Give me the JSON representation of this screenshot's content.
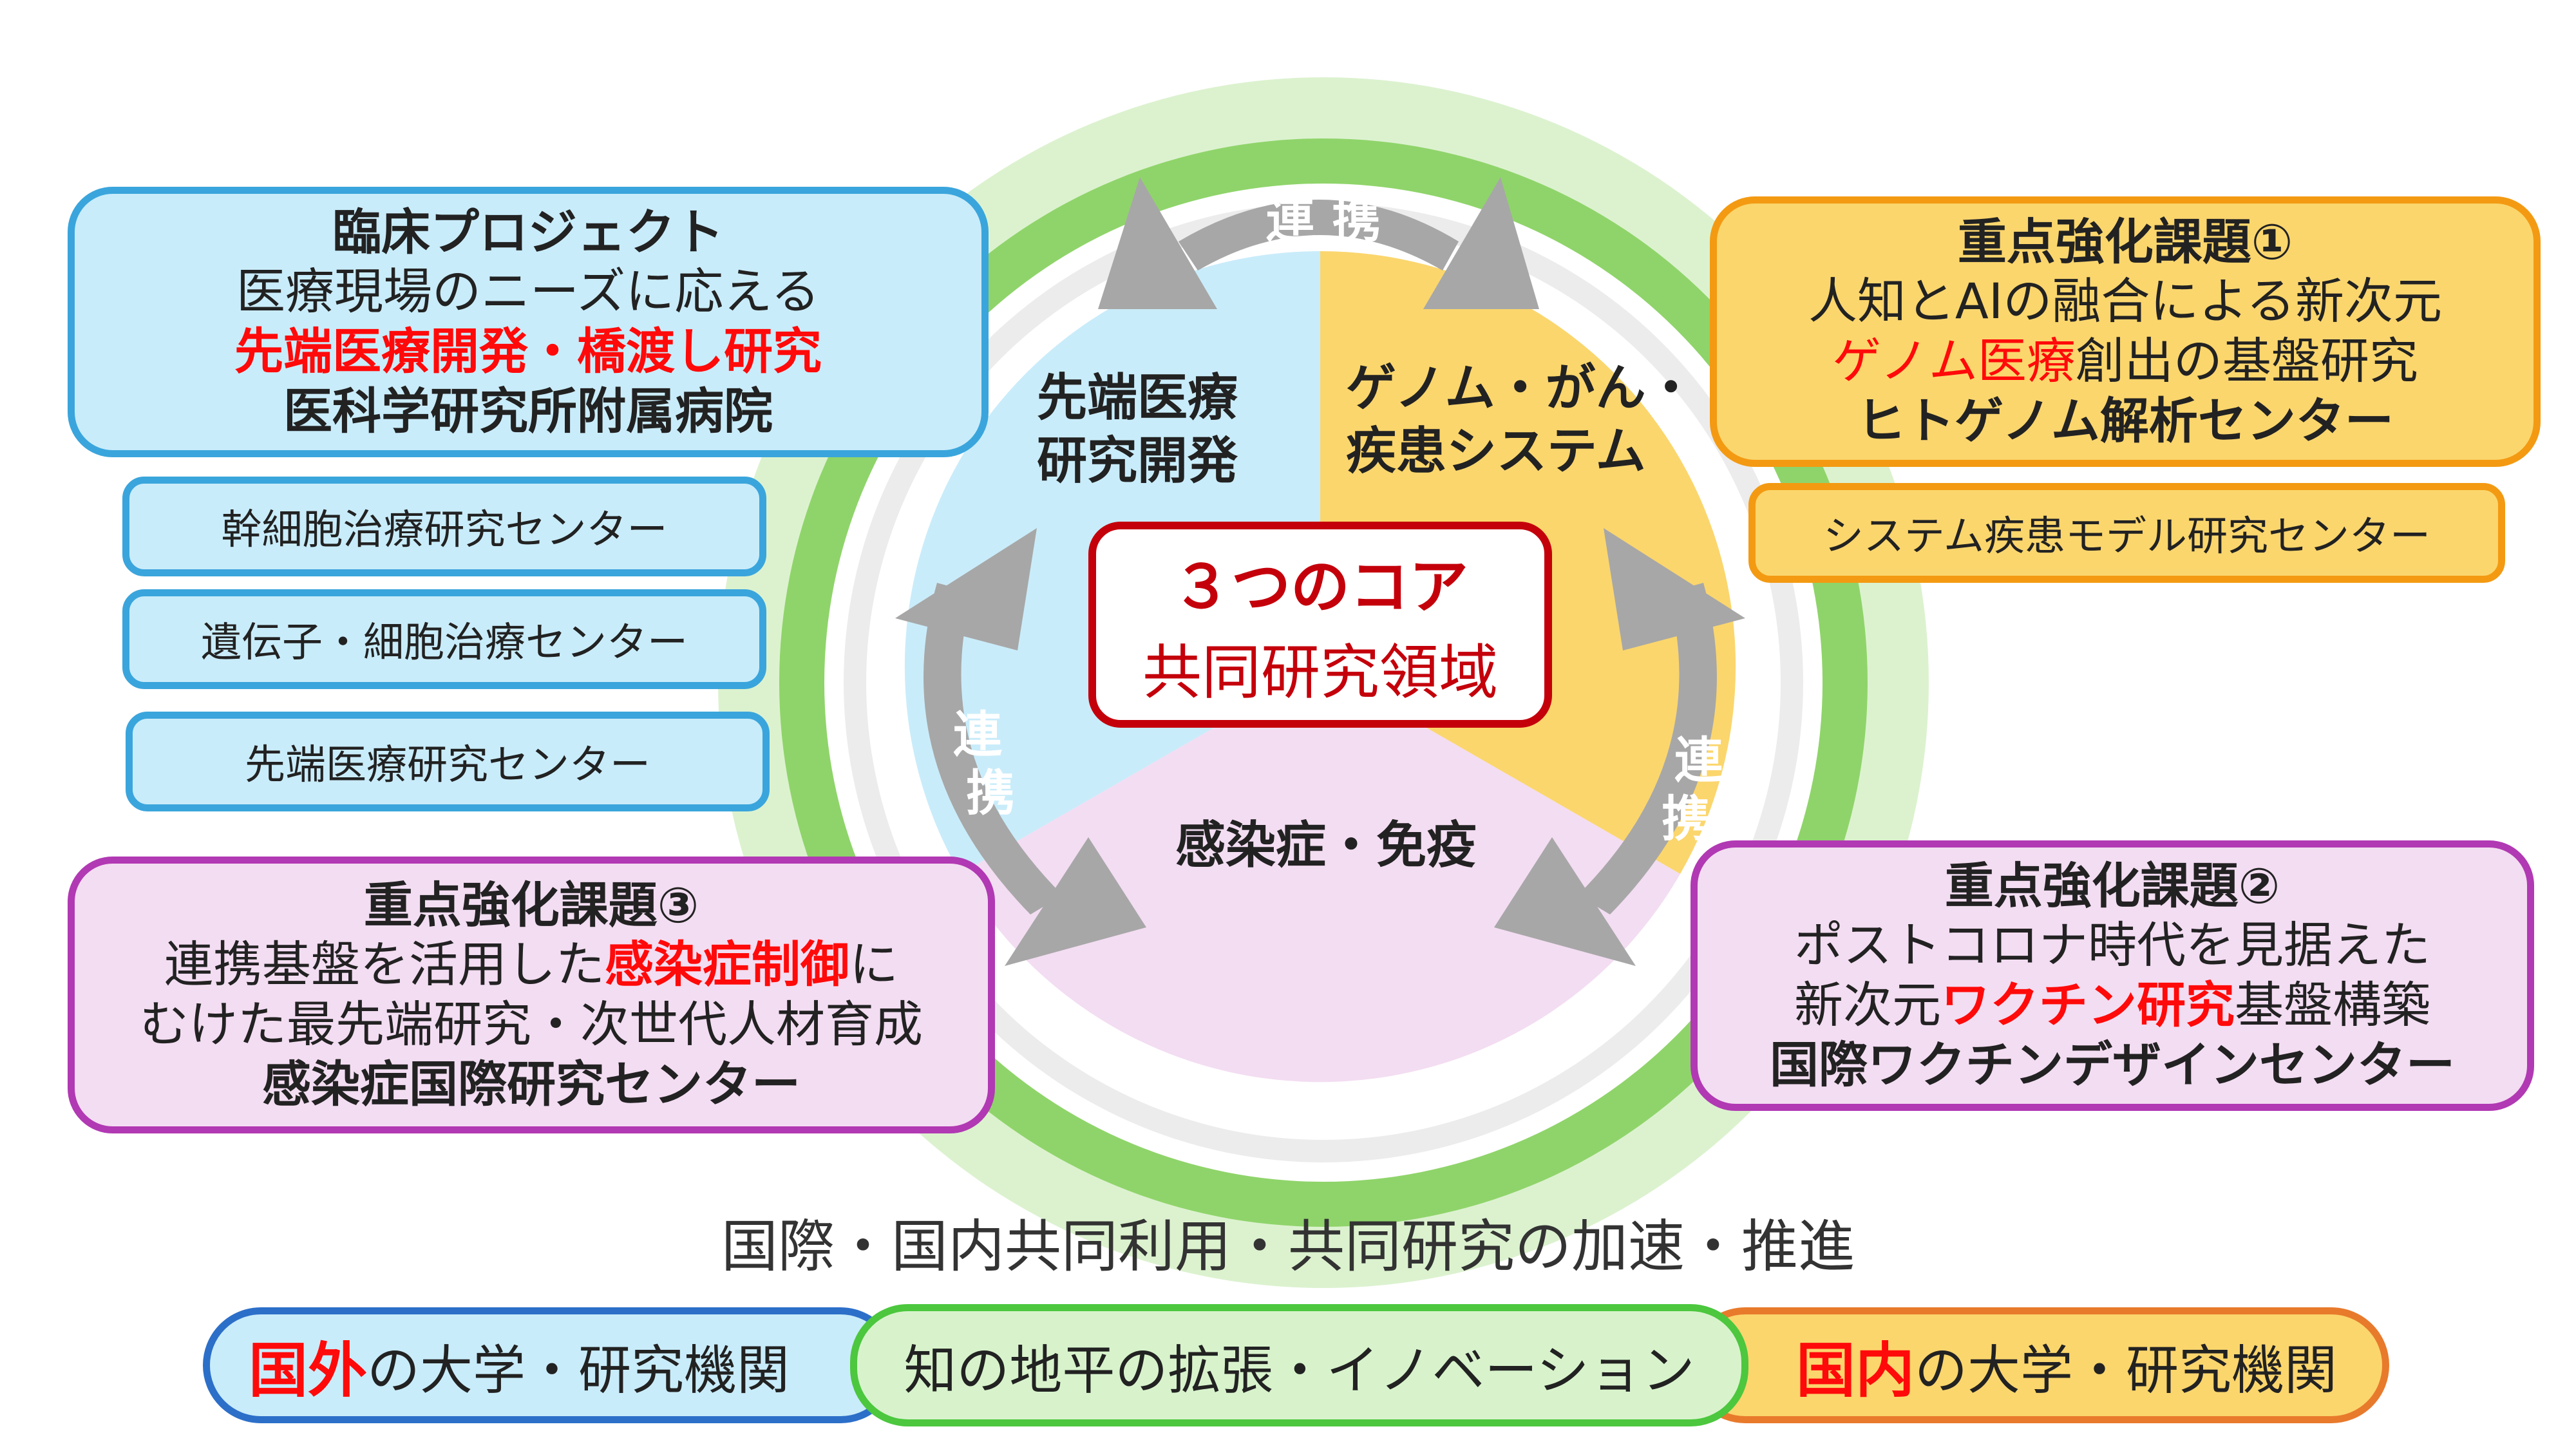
{
  "colors": {
    "green_outer": "#dcf2cf",
    "green_ring": "#8fd46a",
    "blue_sector": "#c9ecfa",
    "yellow_sector": "#fbd66d",
    "pink_sector": "#f3ddf2",
    "accent_red": "#ff0a0a",
    "core_border": "#c4000b",
    "arrow_gray": "#a7a7a7"
  },
  "center": {
    "line1": "３つのコア",
    "line2": "共同研究領域"
  },
  "sectors": {
    "blue": [
      "先端医療",
      "研究開発"
    ],
    "yellow": [
      "ゲノム・がん・",
      "疾患システム"
    ],
    "pink": "感染症・免疫"
  },
  "arrow_labels": {
    "top": "連 携",
    "left": [
      "連",
      "携"
    ],
    "right": [
      "連",
      "携"
    ]
  },
  "clinical": {
    "title": "臨床プロジェクト",
    "line2": "医療現場のニーズに応える",
    "line3": "先端医療開発・橋渡し研究",
    "line4": "医科学研究所附属病院"
  },
  "blue_centers": [
    "幹細胞治療研究センター",
    "遺伝子・細胞治療センター",
    "先端医療研究センター"
  ],
  "priority1": {
    "title": "重点強化課題①",
    "line2": "人知とAIの融合による新次元",
    "line3_red": "ゲノム医療",
    "line3_rest": "創出の基盤研究",
    "line4": "ヒトゲノム解析センター"
  },
  "orange_center": "システム疾患モデル研究センター",
  "priority3": {
    "title": "重点強化課題③",
    "line2_pre": "連携基盤を活用した",
    "line2_red": "感染症制御",
    "line2_post": "に",
    "line3": "むけた最先端研究・次世代人材育成",
    "line4": "感染症国際研究センター"
  },
  "priority2": {
    "title": "重点強化課題②",
    "line2": "ポストコロナ時代を見据えた",
    "line3_pre": "新次元",
    "line3_red": "ワクチン研究",
    "line3_post": "基盤構築",
    "line4": "国際ワクチンデザインセンター"
  },
  "bottom_text": "国際・国内共同利用・共同研究の加速・推進",
  "pills": {
    "left_red": "国外",
    "left_rest": "の大学・研究機関",
    "middle": "知の地平の拡張・イノベーション",
    "right_red": "国内",
    "right_rest": "の大学・研究機関"
  }
}
